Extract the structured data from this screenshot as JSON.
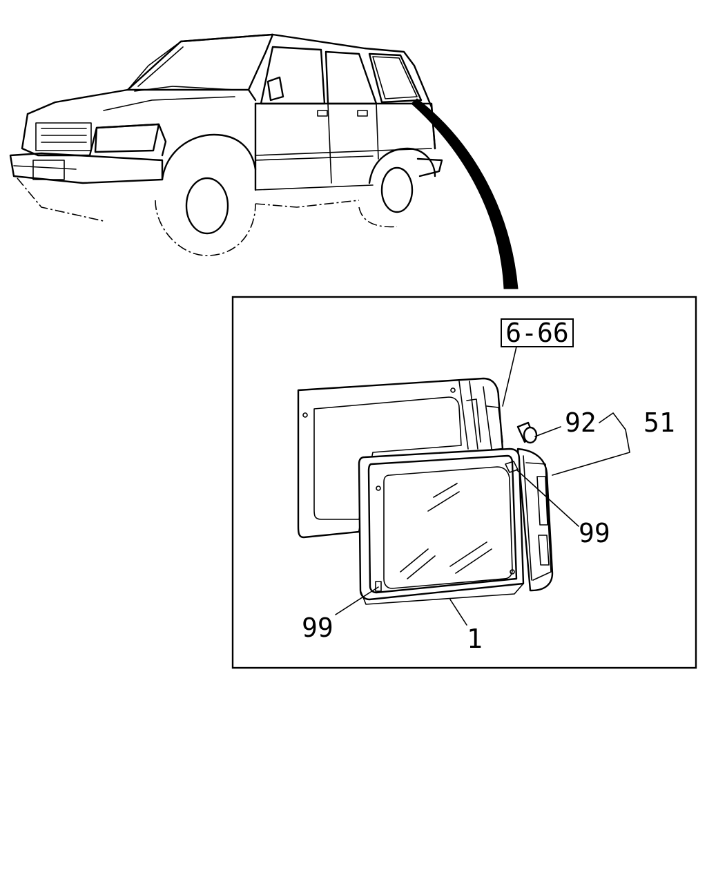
{
  "diagram": {
    "reference_box_label": "6-66",
    "callouts": {
      "clip": "92",
      "assembly": "51",
      "fastener_right": "99",
      "fastener_left": "99",
      "glass": "1"
    }
  },
  "icons": {
    "vehicle": "suv-outline-icon",
    "detail_pointer": "curved-arrow-icon",
    "window": "side-window-assembly-icon"
  },
  "colors": {
    "line": "#000000",
    "background": "#ffffff"
  }
}
